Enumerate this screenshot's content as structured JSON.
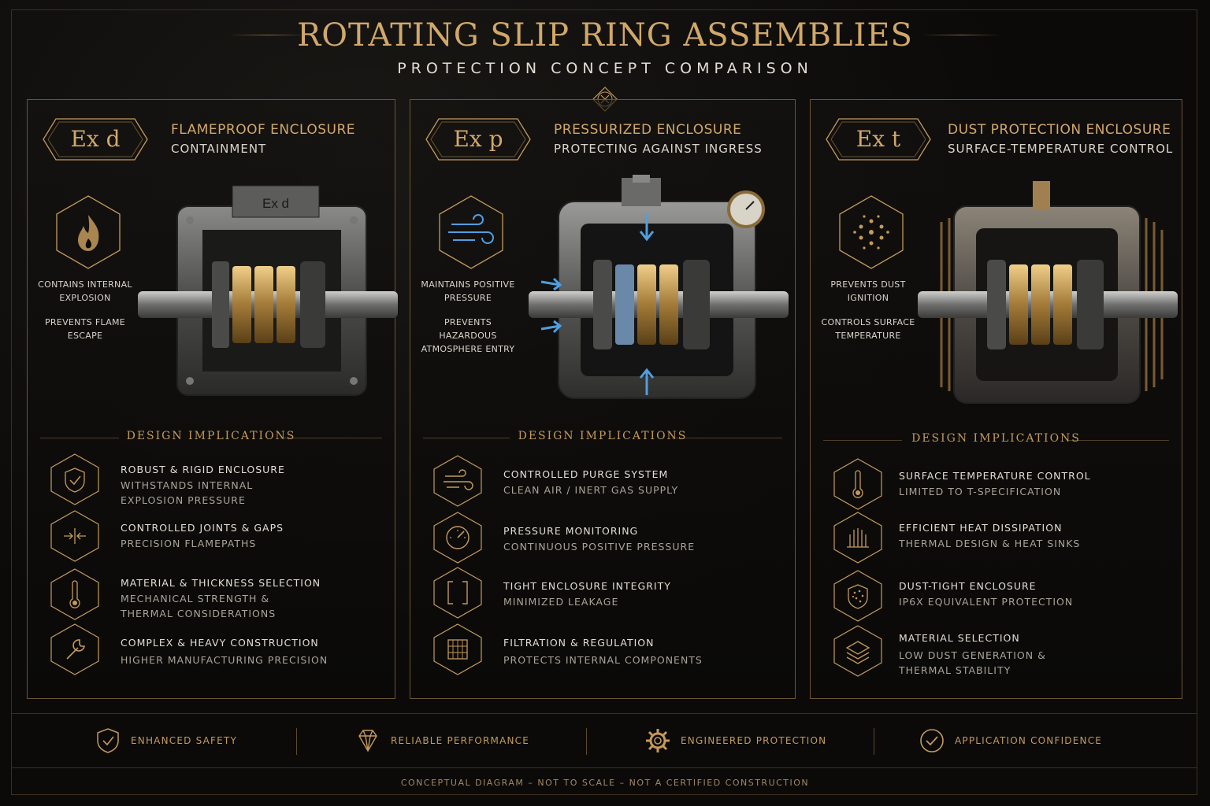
{
  "title": "ROTATING SLIP RING ASSEMBLIES",
  "subtitle": "PROTECTION CONCEPT COMPARISON",
  "panels": [
    {
      "badge": "Ex d",
      "title": "FLAMEPROOF ENCLOSURE",
      "subtitle": "CONTAINMENT",
      "hex_icon": "flame-icon",
      "device_label": "Ex d",
      "features": [
        "CONTAINS INTERNAL EXPLOSION",
        "PREVENTS FLAME ESCAPE"
      ],
      "design_heading": "DESIGN IMPLICATIONS",
      "implications": [
        {
          "icon": "shield-check-icon",
          "title": "ROBUST & RIGID ENCLOSURE",
          "lines": [
            "WITHSTANDS INTERNAL",
            "EXPLOSION PRESSURE"
          ]
        },
        {
          "icon": "joint-gap-icon",
          "title": "CONTROLLED JOINTS & GAPS",
          "lines": [
            "PRECISION FLAMEPATHS"
          ]
        },
        {
          "icon": "thermometer-icon",
          "title": "MATERIAL & THICKNESS SELECTION",
          "lines": [
            "MECHANICAL STRENGTH &",
            "THERMAL CONSIDERATIONS"
          ]
        },
        {
          "icon": "wrench-icon",
          "title": "COMPLEX & HEAVY CONSTRUCTION",
          "lines": [
            "HIGHER MANUFACTURING PRECISION"
          ]
        }
      ]
    },
    {
      "badge": "Ex p",
      "title": "PRESSURIZED ENCLOSURE",
      "subtitle": "PROTECTING AGAINST INGRESS",
      "hex_icon": "air-flow-icon",
      "features": [
        "MAINTAINS POSITIVE PRESSURE",
        "PREVENTS HAZARDOUS ATMOSPHERE ENTRY"
      ],
      "design_heading": "DESIGN IMPLICATIONS",
      "implications": [
        {
          "icon": "air-flow-icon",
          "title": "CONTROLLED PURGE SYSTEM",
          "lines": [
            "CLEAN AIR / INERT GAS SUPPLY"
          ]
        },
        {
          "icon": "gauge-icon",
          "title": "PRESSURE MONITORING",
          "lines": [
            "CONTINUOUS POSITIVE PRESSURE"
          ]
        },
        {
          "icon": "brackets-icon",
          "title": "TIGHT ENCLOSURE INTEGRITY",
          "lines": [
            "MINIMIZED LEAKAGE"
          ]
        },
        {
          "icon": "filter-icon",
          "title": "FILTRATION & REGULATION",
          "lines": [
            "PROTECTS INTERNAL COMPONENTS"
          ]
        }
      ]
    },
    {
      "badge": "Ex t",
      "title": "DUST PROTECTION ENCLOSURE",
      "subtitle": "SURFACE-TEMPERATURE CONTROL",
      "hex_icon": "dust-particles-icon",
      "features": [
        "PREVENTS DUST IGNITION",
        "CONTROLS SURFACE TEMPERATURE"
      ],
      "design_heading": "DESIGN IMPLICATIONS",
      "implications": [
        {
          "icon": "thermometer-icon",
          "title": "SURFACE TEMPERATURE CONTROL",
          "lines": [
            "LIMITED TO T-SPECIFICATION"
          ]
        },
        {
          "icon": "heat-sink-icon",
          "title": "EFFICIENT HEAT DISSIPATION",
          "lines": [
            "THERMAL DESIGN & HEAT SINKS"
          ]
        },
        {
          "icon": "dust-shield-icon",
          "title": "DUST-TIGHT ENCLOSURE",
          "lines": [
            "IP6X EQUIVALENT PROTECTION"
          ]
        },
        {
          "icon": "layers-icon",
          "title": "MATERIAL SELECTION",
          "lines": [
            "LOW DUST GENERATION &",
            "THERMAL STABILITY"
          ]
        }
      ]
    }
  ],
  "footer": [
    {
      "icon": "shield-check-icon",
      "label": "ENHANCED SAFETY"
    },
    {
      "icon": "diamond-icon",
      "label": "RELIABLE PERFORMANCE"
    },
    {
      "icon": "gear-icon",
      "label": "ENGINEERED PROTECTION"
    },
    {
      "icon": "check-circle-icon",
      "label": "APPLICATION CONFIDENCE"
    }
  ],
  "disclaimer": "CONCEPTUAL DIAGRAM – NOT TO SCALE – NOT A CERTIFIED CONSTRUCTION",
  "colors": {
    "gold": "#d1a86a",
    "background": "#0b0a09",
    "text": "#d9d4cb",
    "blue_flow": "#4f9fe0"
  }
}
